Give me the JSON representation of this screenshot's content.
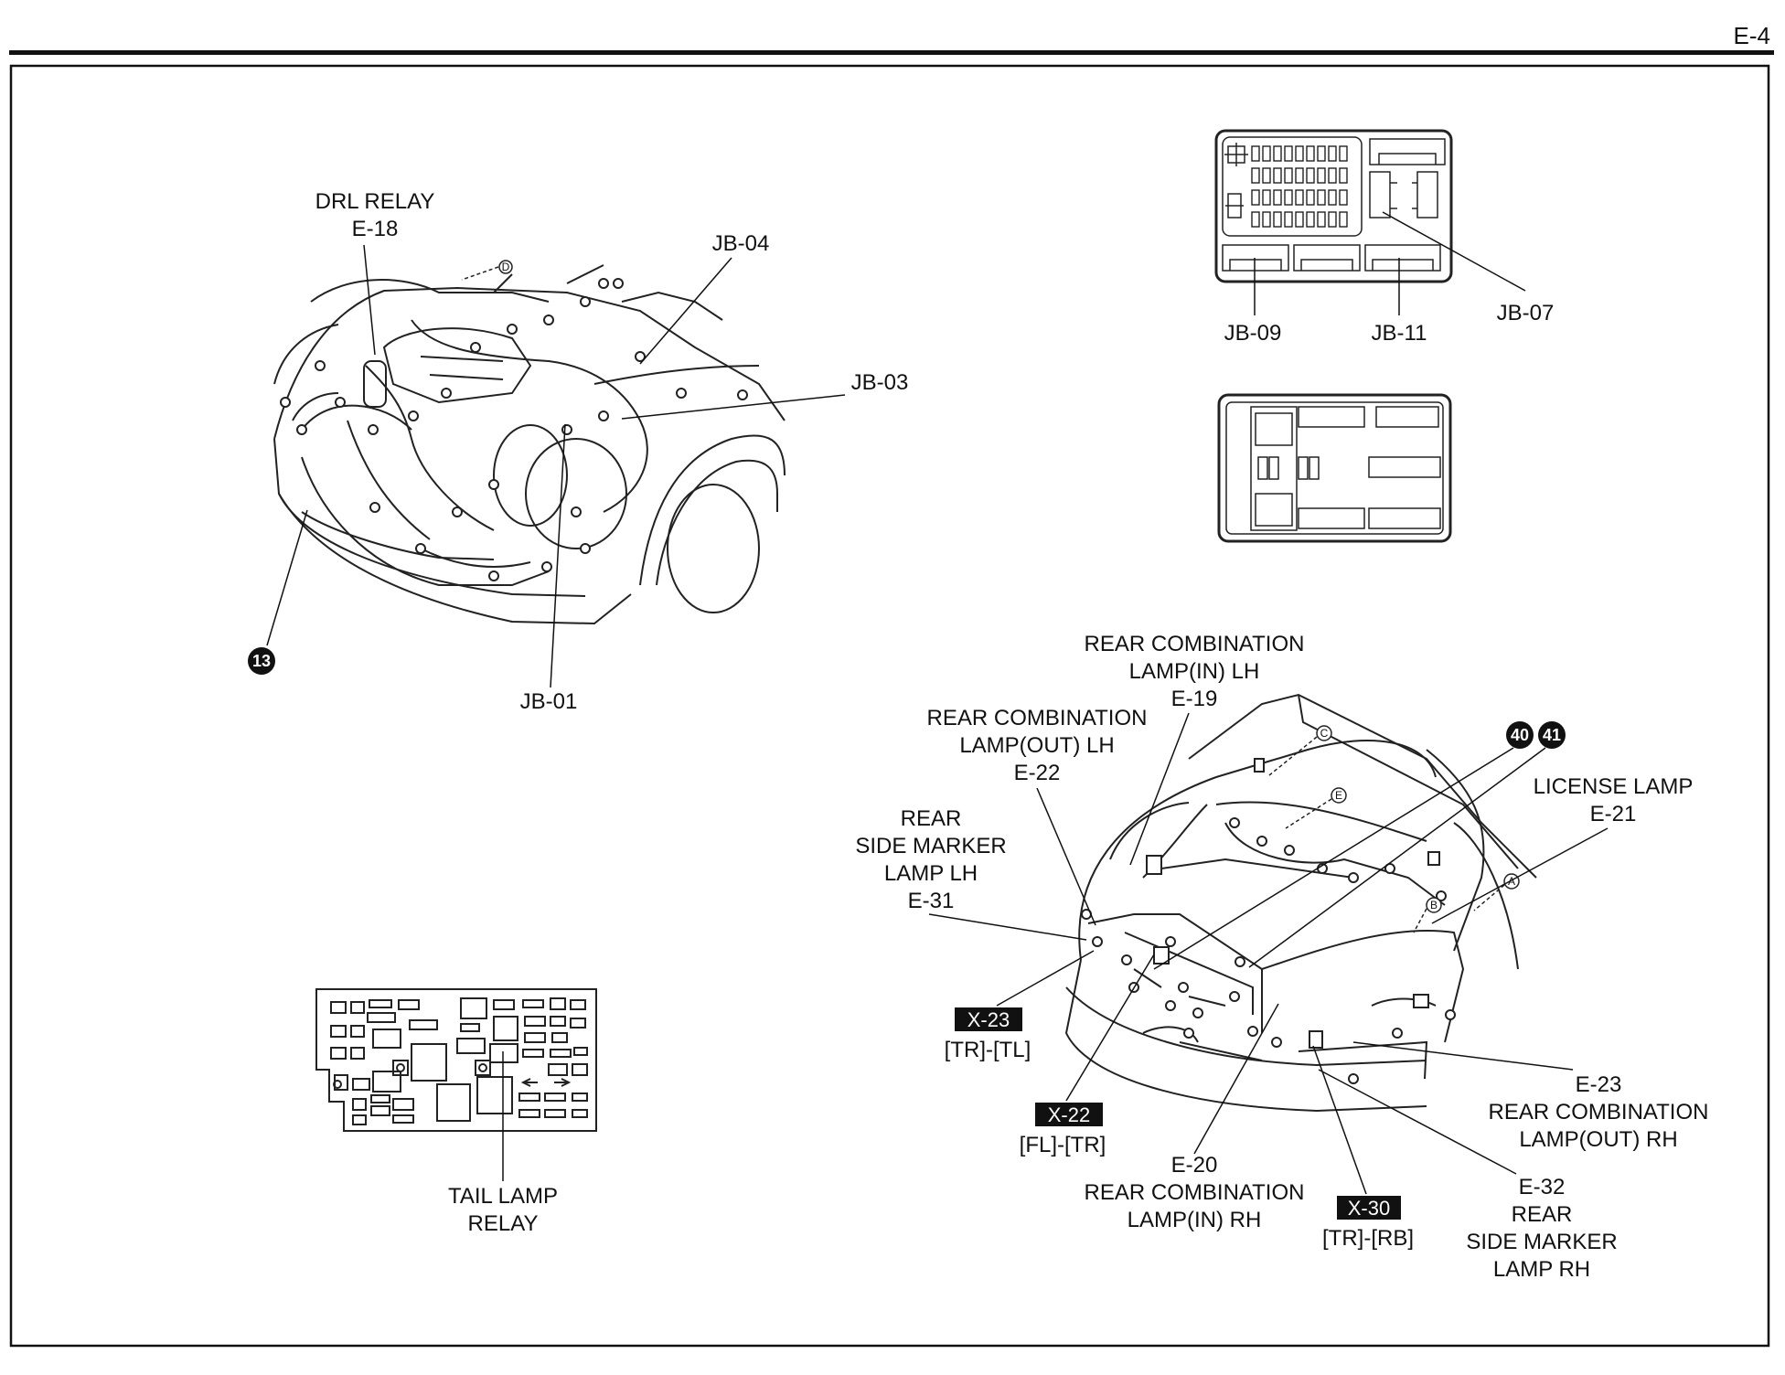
{
  "page": {
    "number": "E-4"
  },
  "labels": {
    "drl_relay": [
      "DRL RELAY",
      "E-18"
    ],
    "jb04": "JB-04",
    "jb03": "JB-03",
    "jb01": "JB-01",
    "jb09": "JB-09",
    "jb11": "JB-11",
    "jb07": "JB-07",
    "e19": [
      "REAR COMBINATION",
      "LAMP(IN) LH",
      "E-19"
    ],
    "e22": [
      "REAR COMBINATION",
      "LAMP(OUT) LH",
      "E-22"
    ],
    "e31": [
      "REAR",
      "SIDE MARKER",
      "LAMP LH",
      "E-31"
    ],
    "e21": [
      "LICENSE LAMP",
      "E-21"
    ],
    "e23": [
      "E-23",
      "REAR COMBINATION",
      "LAMP(OUT) RH"
    ],
    "e20": [
      "E-20",
      "REAR COMBINATION",
      "LAMP(IN) RH"
    ],
    "e32": [
      "E-32",
      "REAR",
      "SIDE MARKER",
      "LAMP RH"
    ],
    "tail_lamp_relay": [
      "TAIL LAMP",
      "RELAY"
    ]
  },
  "connectors": {
    "x23": {
      "id": "X-23",
      "pins": "[TR]-[TL]"
    },
    "x22": {
      "id": "X-22",
      "pins": "[FL]-[TR]"
    },
    "x30": {
      "id": "X-30",
      "pins": "[TR]-[RB]"
    }
  },
  "ground_points": {
    "g13": "13",
    "g40": "40",
    "g41": "41"
  },
  "circle_refs": {
    "a": "A",
    "b": "B",
    "c": "C",
    "d": "D",
    "e": "E"
  }
}
